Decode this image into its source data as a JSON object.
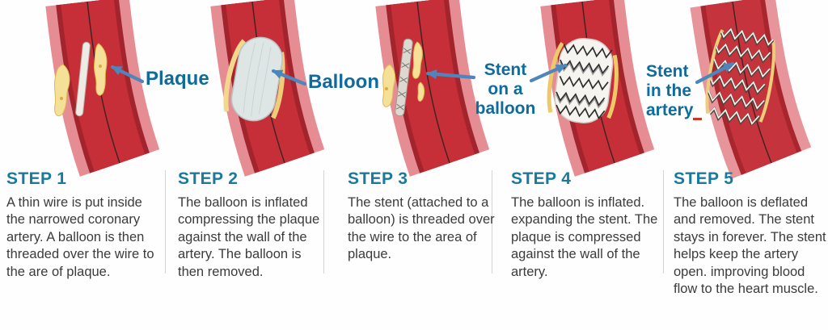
{
  "title": "Coronary stent placement procedure diagram",
  "labels": {
    "plaque": "Plaque",
    "balloon": "Balloon",
    "stent_on_balloon": "Stent\non a\nballoon",
    "stent_in_artery": "Stent\nin the\nartery"
  },
  "figures": [
    {
      "name": "narrowed artery with wire and plaque"
    },
    {
      "name": "balloon inflated compressing plaque"
    },
    {
      "name": "stent on a balloon threaded over wire"
    },
    {
      "name": "balloon inflated expanding stent"
    },
    {
      "name": "stent left in the artery"
    }
  ],
  "steps": [
    {
      "title": "STEP 1",
      "text": "A thin wire is put inside the narrowed coronary artery. A balloon is then threaded over the wire to the are of plaque."
    },
    {
      "title": "STEP 2",
      "text": "The balloon is inflated compressing the plaque against the wall of the artery. The balloon is then removed."
    },
    {
      "title": "STEP 3",
      "text": "The stent (attached to a balloon) is threaded over the wire to the area of plaque."
    },
    {
      "title": "STEP 4",
      "text": "The balloon is inflated. expanding the stent. The plaque is compressed against the wall of the artery."
    },
    {
      "title": "STEP 5",
      "text": "The balloon is deflated and removed. The stent stays in forever. The stent helps keep the artery open. improving blood flow to the heart muscle."
    }
  ],
  "colors": {
    "heading_teal": "#1a7a9e",
    "label_teal": "#0f6b9c",
    "body_text": "#3b3b3b",
    "arrow_blue": "#4d86bd",
    "artery_outer_pink": "#e68d94",
    "artery_wall_dark": "#a2242c",
    "artery_lumen_red": "#c62f37",
    "plaque_yellow": "#f4e096"
  }
}
